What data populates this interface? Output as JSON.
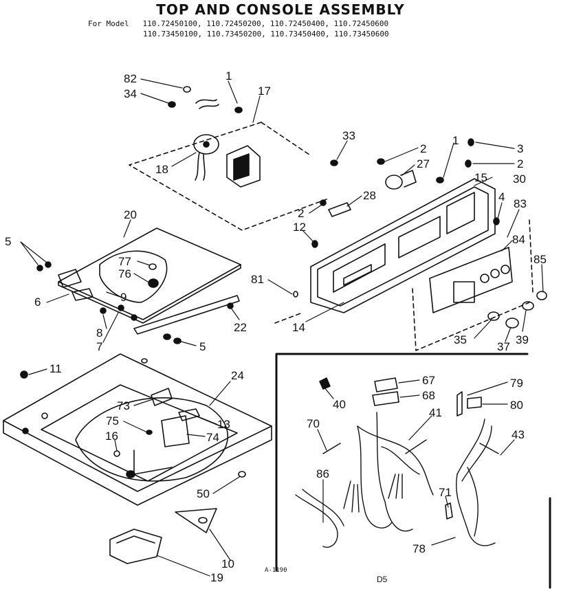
{
  "header": {
    "title": "TOP AND CONSOLE ASSEMBLY",
    "model_prefix": "For Model",
    "model_line_1": "110.72450100, 110.72450200, 110.72450400, 110.72450600",
    "model_line_2": "110.73450100, 110.73450200, 110.73450400, 110.73450600"
  },
  "footer": {
    "drawing_code": "A-1190",
    "page_code": "D5"
  },
  "callouts": [
    {
      "id": "c82",
      "label": "82"
    },
    {
      "id": "c34",
      "label": "34"
    },
    {
      "id": "c1a",
      "label": "1"
    },
    {
      "id": "c17",
      "label": "17"
    },
    {
      "id": "c18",
      "label": "18"
    },
    {
      "id": "c33",
      "label": "33"
    },
    {
      "id": "c2a",
      "label": "2"
    },
    {
      "id": "c27",
      "label": "27"
    },
    {
      "id": "c1b",
      "label": "1"
    },
    {
      "id": "c3",
      "label": "3"
    },
    {
      "id": "c2b",
      "label": "2"
    },
    {
      "id": "c15",
      "label": "15"
    },
    {
      "id": "c30",
      "label": "30"
    },
    {
      "id": "c28",
      "label": "28"
    },
    {
      "id": "c2c",
      "label": "2"
    },
    {
      "id": "c12",
      "label": "12"
    },
    {
      "id": "c4",
      "label": "4"
    },
    {
      "id": "c83",
      "label": "83"
    },
    {
      "id": "c84",
      "label": "84"
    },
    {
      "id": "c85",
      "label": "85"
    },
    {
      "id": "c20",
      "label": "20"
    },
    {
      "id": "c5a",
      "label": "5"
    },
    {
      "id": "c77",
      "label": "77"
    },
    {
      "id": "c76",
      "label": "76"
    },
    {
      "id": "c81",
      "label": "81"
    },
    {
      "id": "c9",
      "label": "9"
    },
    {
      "id": "c6",
      "label": "6"
    },
    {
      "id": "c8",
      "label": "8"
    },
    {
      "id": "c7",
      "label": "7"
    },
    {
      "id": "c5b",
      "label": "5"
    },
    {
      "id": "c22",
      "label": "22"
    },
    {
      "id": "c14",
      "label": "14"
    },
    {
      "id": "c35",
      "label": "35"
    },
    {
      "id": "c37",
      "label": "37"
    },
    {
      "id": "c39",
      "label": "39"
    },
    {
      "id": "c11",
      "label": "11"
    },
    {
      "id": "c24",
      "label": "24"
    },
    {
      "id": "c73",
      "label": "73"
    },
    {
      "id": "c75",
      "label": "75"
    },
    {
      "id": "c13",
      "label": "13"
    },
    {
      "id": "c16",
      "label": "16"
    },
    {
      "id": "c74",
      "label": "74"
    },
    {
      "id": "c50",
      "label": "50"
    },
    {
      "id": "c10",
      "label": "10"
    },
    {
      "id": "c19",
      "label": "19"
    },
    {
      "id": "c40",
      "label": "40"
    },
    {
      "id": "c67",
      "label": "67"
    },
    {
      "id": "c68",
      "label": "68"
    },
    {
      "id": "c79",
      "label": "79"
    },
    {
      "id": "c80",
      "label": "80"
    },
    {
      "id": "c70",
      "label": "70"
    },
    {
      "id": "c41",
      "label": "41"
    },
    {
      "id": "c43",
      "label": "43"
    },
    {
      "id": "c86",
      "label": "86"
    },
    {
      "id": "c71",
      "label": "71"
    },
    {
      "id": "c78",
      "label": "78"
    }
  ]
}
